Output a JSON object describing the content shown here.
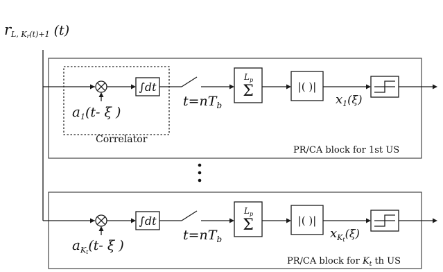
{
  "input_signal": {
    "base": "r",
    "sub": "L, K",
    "sub2": "r",
    "sub3": "(t)+1",
    "arg": " (t)"
  },
  "blocks": [
    {
      "caption": "PR/CA block for 1st US",
      "code": {
        "base": "a",
        "sub": "1",
        "arg": "(t- ξ )"
      },
      "correlator_label": "Correlator",
      "integrator": "∫dt",
      "sampler": {
        "base": "t=nT",
        "sub": "b"
      },
      "sum": {
        "symbol": "Σ",
        "limit": "L",
        "limit_sub": "p"
      },
      "abs": "|( )|",
      "output": {
        "base": "x",
        "sub": "1",
        "arg": "(ξ)"
      }
    },
    {
      "caption_prefix": "PR/CA block for ",
      "caption_k": "K",
      "caption_k_sub": "t",
      "caption_suffix": " th US",
      "code": {
        "base": "a",
        "sub": "K",
        "sub2": "t",
        "arg": "(t- ξ )"
      },
      "integrator": "∫dt",
      "sampler": {
        "base": "t=nT",
        "sub": "b"
      },
      "sum": {
        "symbol": "Σ",
        "limit": "L",
        "limit_sub": "p"
      },
      "abs": "|( )|",
      "output": {
        "base": "x",
        "sub": "K",
        "sub2": "t",
        "arg": "(ξ)"
      }
    }
  ],
  "ellipsis": "⋮"
}
